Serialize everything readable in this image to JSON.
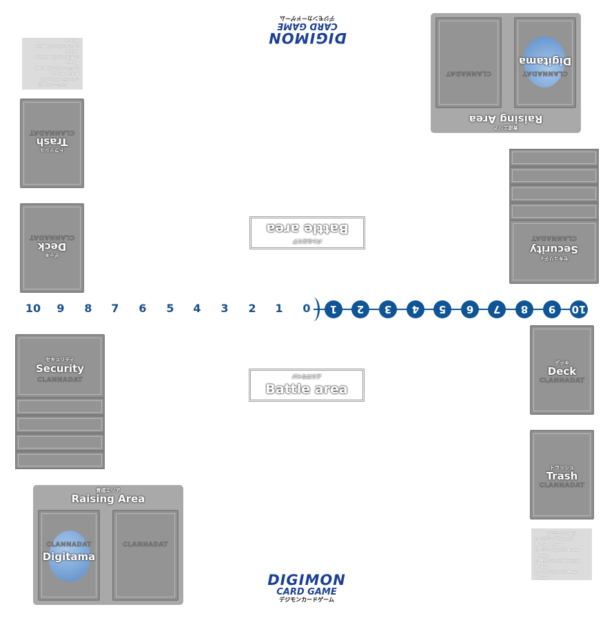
{
  "zones": {
    "security": {
      "jp": "セキュリティ",
      "en": "Security"
    },
    "battle": {
      "jp": "バトルエリア",
      "en": "Battle area"
    },
    "deck": {
      "jp": "デッキ",
      "en": "Deck"
    },
    "trash": {
      "jp": "トラッシュ",
      "en": "Trash"
    },
    "raising": {
      "jp": "育成エリア",
      "en": "Raising Area"
    },
    "digitama": {
      "en": "Digitama"
    },
    "brand_mark": "CLANNADAT"
  },
  "phase_card": {
    "title": "《フロー(Flow)》",
    "items": [
      "① アクティブフェイズ Active Phase",
      "② ドローフェイズ Draw Phase",
      "③ 育成フェイズ Raising Phase",
      "④ メインフェイズ Main Phase"
    ]
  },
  "logo": {
    "line1": "DIGIMON",
    "line2": "CARD GAME",
    "line3": "デジモンカードゲーム"
  },
  "memory_track": {
    "left": [
      "10",
      "9",
      "8",
      "7",
      "6",
      "5",
      "4",
      "3",
      "2",
      "1"
    ],
    "zero": "0",
    "right": [
      "1",
      "2",
      "3",
      "4",
      "5",
      "6",
      "7",
      "8",
      "9",
      "10"
    ],
    "accent": "#0f5495"
  }
}
